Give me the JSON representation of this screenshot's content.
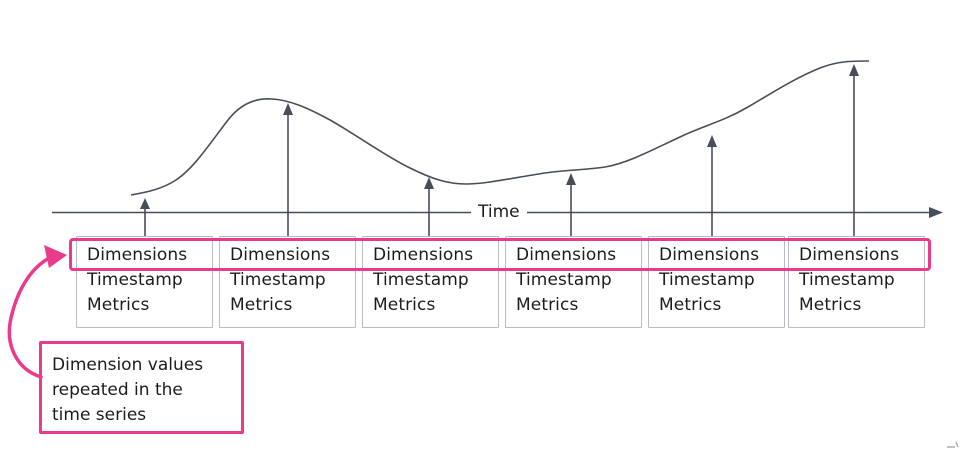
{
  "colors": {
    "accent_pink": "#ea3a8c",
    "diagram_line": "#474d59",
    "box_border": "#b9bcc3",
    "text": "#1c1c1c",
    "background": "#ffffff"
  },
  "axis": {
    "label": "Time"
  },
  "records": [
    {
      "dimensions": "Dimensions",
      "timestamp": "Timestamp",
      "metrics": "Metrics"
    },
    {
      "dimensions": "Dimensions",
      "timestamp": "Timestamp",
      "metrics": "Metrics"
    },
    {
      "dimensions": "Dimensions",
      "timestamp": "Timestamp",
      "metrics": "Metrics"
    },
    {
      "dimensions": "Dimensions",
      "timestamp": "Timestamp",
      "metrics": "Metrics"
    },
    {
      "dimensions": "Dimensions",
      "timestamp": "Timestamp",
      "metrics": "Metrics"
    },
    {
      "dimensions": "Dimensions",
      "timestamp": "Timestamp",
      "metrics": "Metrics"
    }
  ],
  "callout": {
    "lines": [
      "Dimension values",
      "repeated in the",
      "time series"
    ]
  }
}
